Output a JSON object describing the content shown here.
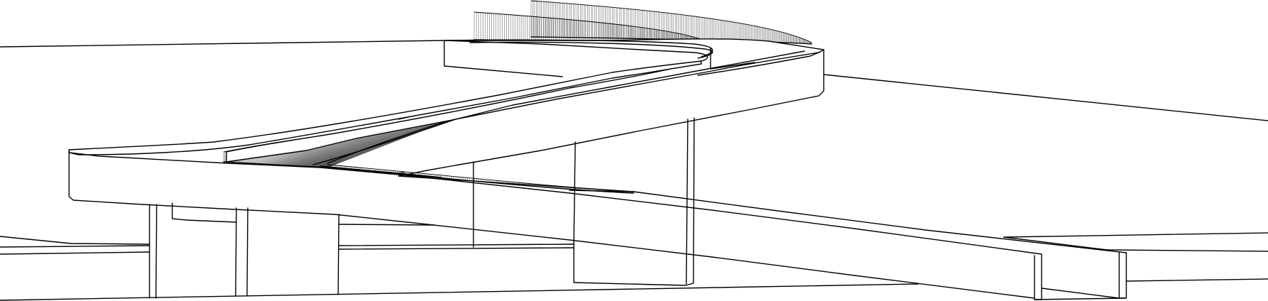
{
  "drawing": {
    "kind": "line drawing",
    "stroke_color": "#000000",
    "background_color": "#ffffff",
    "hatch_bands": 3,
    "piers": 9
  }
}
